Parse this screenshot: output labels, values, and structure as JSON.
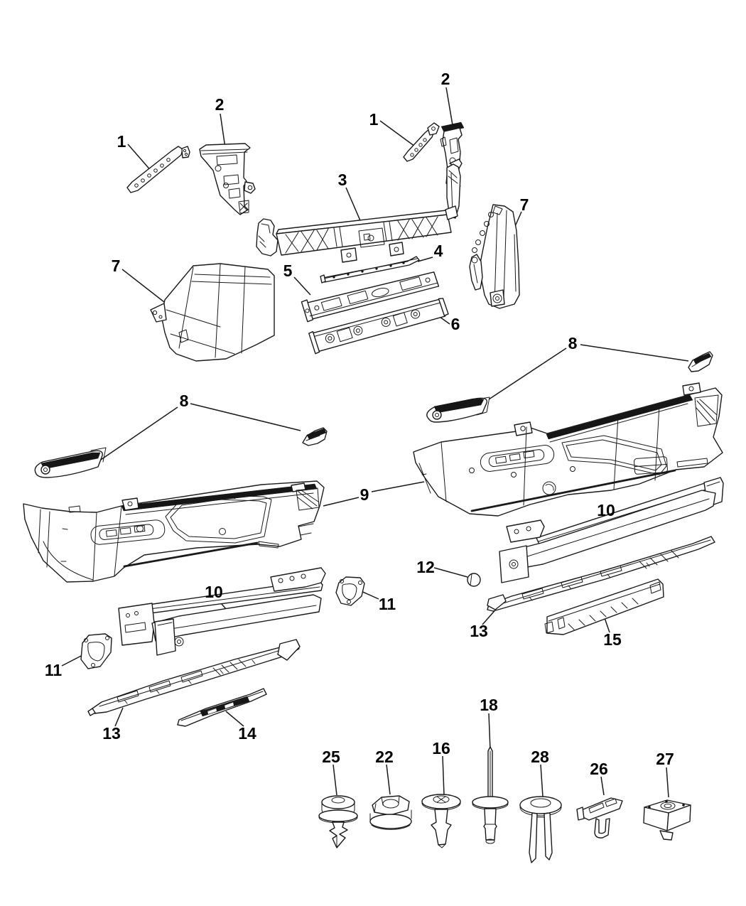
{
  "page": {
    "background": "#ffffff",
    "colors": {
      "line": "#1a1a1a",
      "label": "#000000"
    }
  },
  "diagram": {
    "type": "exploded-parts-diagram",
    "callouts": [
      {
        "label": "1"
      },
      {
        "label": "2"
      },
      {
        "label": "1"
      },
      {
        "label": "2"
      },
      {
        "label": "3"
      },
      {
        "label": "4"
      },
      {
        "label": "5"
      },
      {
        "label": "6"
      },
      {
        "label": "7"
      },
      {
        "label": "7"
      },
      {
        "label": "8"
      },
      {
        "label": "8"
      },
      {
        "label": "9"
      },
      {
        "label": "10"
      },
      {
        "label": "10"
      },
      {
        "label": "11"
      },
      {
        "label": "11"
      },
      {
        "label": "12"
      },
      {
        "label": "13"
      },
      {
        "label": "13"
      },
      {
        "label": "14"
      },
      {
        "label": "15"
      },
      {
        "label": "25"
      },
      {
        "label": "22"
      },
      {
        "label": "16"
      },
      {
        "label": "18"
      },
      {
        "label": "28"
      },
      {
        "label": "26"
      },
      {
        "label": "27"
      }
    ]
  }
}
